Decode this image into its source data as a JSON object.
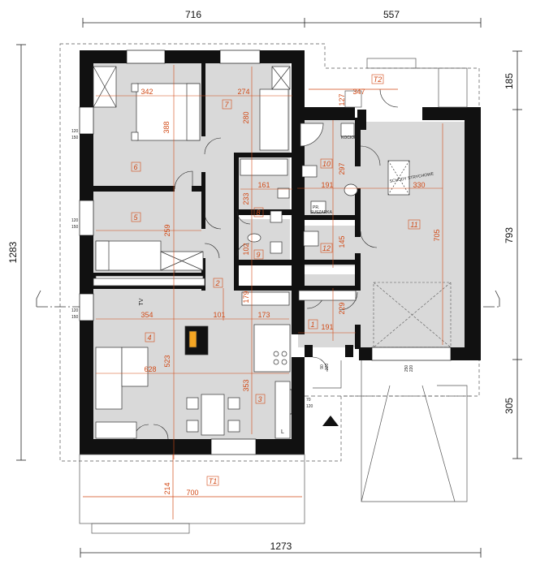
{
  "overall_dimensions": {
    "top_left": "716",
    "top_right": "557",
    "bottom_total": "1273",
    "left_total": "1283",
    "right_top": "185",
    "right_middle": "793",
    "right_bottom": "305"
  },
  "rooms": [
    {
      "id": "r1",
      "number": "1",
      "dims": [
        "191",
        "229"
      ]
    },
    {
      "id": "r2",
      "number": "2",
      "dims": [
        "179"
      ]
    },
    {
      "id": "r3",
      "number": "3",
      "dims": [
        "353"
      ]
    },
    {
      "id": "r4",
      "number": "4",
      "dims": [
        "354",
        "101",
        "173",
        "523",
        "628"
      ]
    },
    {
      "id": "r5",
      "number": "5",
      "dims": [
        "259"
      ]
    },
    {
      "id": "r6",
      "number": "6",
      "dims": [
        "342",
        "388"
      ]
    },
    {
      "id": "r7",
      "number": "7",
      "dims": [
        "274",
        "280"
      ]
    },
    {
      "id": "r8",
      "number": "8",
      "dims": [
        "161",
        "233"
      ]
    },
    {
      "id": "r9",
      "number": "9",
      "dims": [
        "102"
      ]
    },
    {
      "id": "r10",
      "number": "10",
      "dims": [
        "191",
        "297"
      ]
    },
    {
      "id": "r11",
      "number": "11",
      "dims": [
        "330",
        "705"
      ]
    },
    {
      "id": "r12",
      "number": "12",
      "dims": [
        "145"
      ]
    },
    {
      "id": "t1",
      "number": "T1",
      "dims": [
        "700",
        "214"
      ]
    },
    {
      "id": "t2",
      "number": "T2",
      "dims": [
        "127",
        "347"
      ]
    }
  ],
  "window_labels": {
    "w_bed6": [
      "120",
      "150"
    ],
    "w_bed5": [
      "120",
      "150"
    ],
    "w_living": [
      "120",
      "150"
    ],
    "w_kitchen": [
      "70",
      "120"
    ],
    "w_entry": [
      "90",
      "220"
    ],
    "w_garage": [
      "250",
      "220"
    ]
  },
  "misc_labels": {
    "tv": "TV",
    "kitchen_mark": "L",
    "boiler": "KOCIOŁ",
    "washer": "PR.",
    "dryer": "SUSZARKA",
    "stairs_note": "SCHODY STRYCHOWE"
  },
  "colors": {
    "wall": "#111111",
    "floor": "#d9d9d9",
    "dimension_text": "#d24a16",
    "dimension_line": "#d24a16"
  }
}
